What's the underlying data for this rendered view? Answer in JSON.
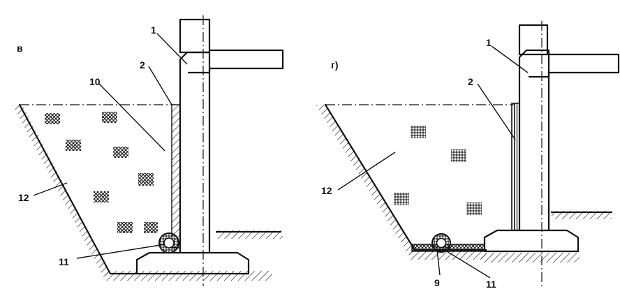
{
  "diagram": {
    "panels": [
      {
        "id": "left",
        "panel_label": "в",
        "labels": [
          "1",
          "2",
          "10",
          "12",
          "11"
        ]
      },
      {
        "id": "right",
        "panel_label": "г)",
        "labels": [
          "1",
          "2",
          "12",
          "9",
          "11"
        ]
      }
    ]
  },
  "colors": {
    "ink": "#111111",
    "background": "#ffffff"
  }
}
